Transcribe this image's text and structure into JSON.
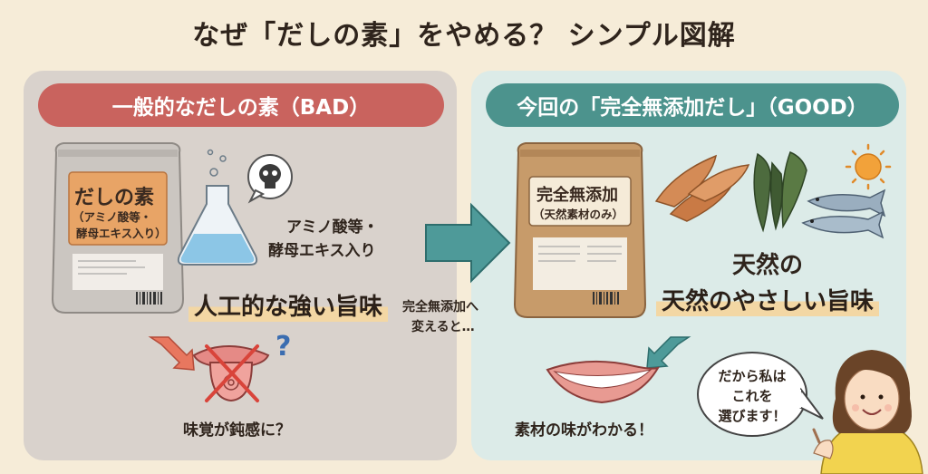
{
  "title": "なぜ「だしの素」をやめる？ シンプル図解",
  "bad": {
    "banner": "一般的なだしの素（BAD）",
    "package_title": "だしの素",
    "package_sub1": "（アミノ酸等・",
    "package_sub2": "酵母エキス入り）",
    "ingredients_line1": "アミノ酸等・",
    "ingredients_line2": "酵母エキス入り",
    "result": "人工的な強い旨味",
    "effect": "味覚が鈍感に？"
  },
  "transition": {
    "line1": "完全無添加へ",
    "line2": "変えると…"
  },
  "good": {
    "banner": "今回の「完全無添加だし」（GOOD）",
    "package_title": "完全無添加",
    "package_sub": "（天然素材のみ）",
    "natural_label": "天然の",
    "result": "天然のやさしい旨味",
    "effect": "素材の味がわかる！",
    "speech_line1": "だから私は",
    "speech_line2": "これを",
    "speech_line3": "選びます！"
  }
}
